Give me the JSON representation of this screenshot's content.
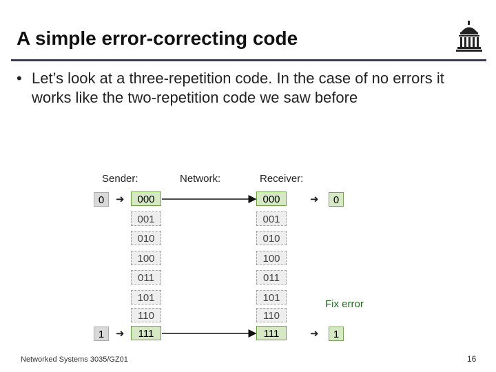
{
  "slide": {
    "title": "A simple error-correcting code",
    "bullet": "Let’s look at a three-repetition code.  In the case of no errors it works like the two-repetition code we saw before",
    "bullet_marker": "•",
    "footer": "Networked Systems 3035/GZ01",
    "page_number": "16",
    "logo_icon": "university-building-icon"
  },
  "diagram": {
    "sender_label": "Sender:",
    "network_label": "Network:",
    "receiver_label": "Receiver:",
    "input_bit_0": "0",
    "input_bit_1": "1",
    "output_bit_0": "0",
    "output_bit_1": "1",
    "arrow": "➜",
    "fix_error_label": "Fix error",
    "sender_codes": [
      "000",
      "001",
      "010",
      "100",
      "011",
      "101",
      "110",
      "111"
    ],
    "receiver_codes": [
      "000",
      "001",
      "010",
      "100",
      "011",
      "101",
      "110",
      "111"
    ],
    "colors": {
      "valid_code": "#d6e8c4",
      "invalid_code": "#eeeeee",
      "rule": "#3a3a4e",
      "fix_text": "#1f6a1f"
    }
  }
}
